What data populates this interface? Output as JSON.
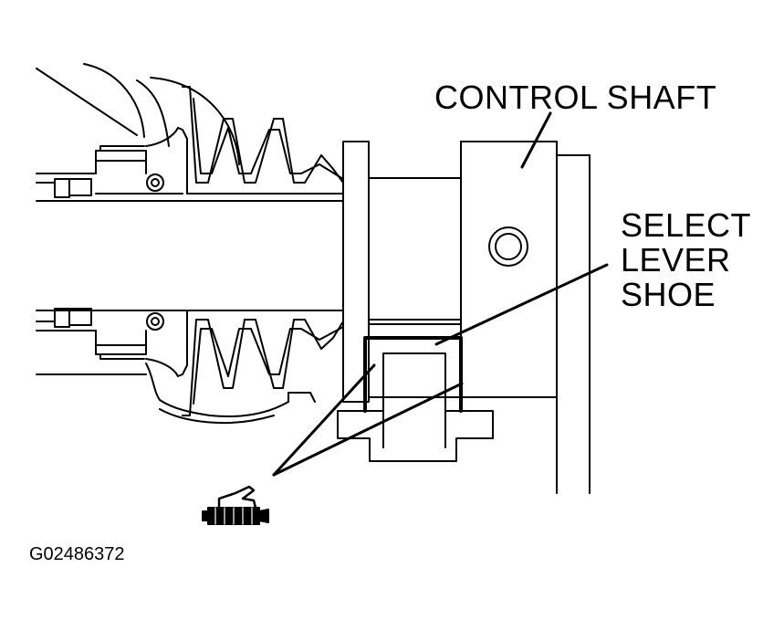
{
  "labels": {
    "control_shaft": "CONTROL SHAFT",
    "select_lever_shoe": [
      "SELECT",
      "LEVER",
      "SHOE"
    ]
  },
  "figure_id": "G02486372",
  "icons": {
    "grease": "grease-gun-icon"
  },
  "colors": {
    "ink": "#000000",
    "background": "#ffffff"
  }
}
